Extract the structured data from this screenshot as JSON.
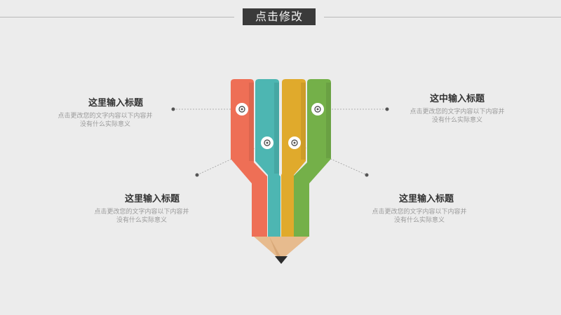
{
  "header": {
    "title": "点击修改"
  },
  "items": [
    {
      "title": "这里输入标题",
      "desc_line1": "点击更改您的文字内容以下内容并",
      "desc_line2": "没有什么实际意义"
    },
    {
      "title": "这中输入标题",
      "desc_line1": "点击更改您的文字内容以下内容并",
      "desc_line2": "没有什么实际意义"
    },
    {
      "title": "这里输入标题",
      "desc_line1": "点击更改您的文字内容以下内容并",
      "desc_line2": "没有什么实际意义"
    },
    {
      "title": "这里输入标题",
      "desc_line1": "点击更改您的文字内容以下内容并",
      "desc_line2": "没有什么实际意义"
    }
  ],
  "colors": {
    "background": "#ececec",
    "orange": "#ee6f56",
    "teal": "#4db6b2",
    "yellow": "#e0aa2c",
    "green": "#74b049",
    "wood": "#e7bb8e",
    "tip": "#2c2c2c"
  }
}
